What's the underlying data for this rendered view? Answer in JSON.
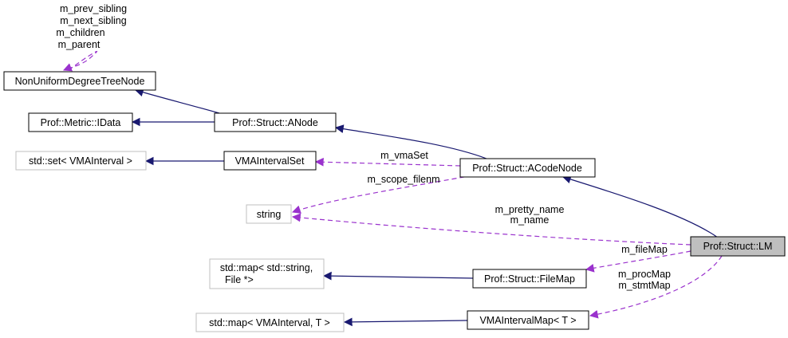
{
  "nodes": {
    "nonuniform": "NonUniformDegreeTreeNode",
    "idata": "Prof::Metric::IData",
    "anode": "Prof::Struct::ANode",
    "stdset": "std::set< VMAInterval >",
    "vmaintervalset": "VMAIntervalSet",
    "acodenode": "Prof::Struct::ACodeNode",
    "string": "string",
    "lm": "Prof::Struct::LM",
    "stdmap_line1": "std::map< std::string,",
    "stdmap_line2": "File *>",
    "filemap": "Prof::Struct::FileMap",
    "stdmap_vma": "std::map< VMAInterval, T >",
    "vmaintervalmap": "VMAIntervalMap< T >"
  },
  "labels": {
    "self_loop": [
      "m_prev_sibling",
      "m_next_sibling",
      "m_children",
      "m_parent"
    ],
    "vma_set": "m_vmaSet",
    "scope_filenm": "m_scope_filenm",
    "pretty_name": [
      "m_pretty_name",
      "m_name"
    ],
    "file_map": "m_fileMap",
    "proc_map": [
      "m_procMap",
      "m_stmtMap"
    ]
  },
  "colors": {
    "inherit": "#191970",
    "usage": "#9a32cd",
    "node_border": "#000000",
    "node_border_external": "#bfbfbf",
    "highlight_fill": "#bfbfbf"
  }
}
